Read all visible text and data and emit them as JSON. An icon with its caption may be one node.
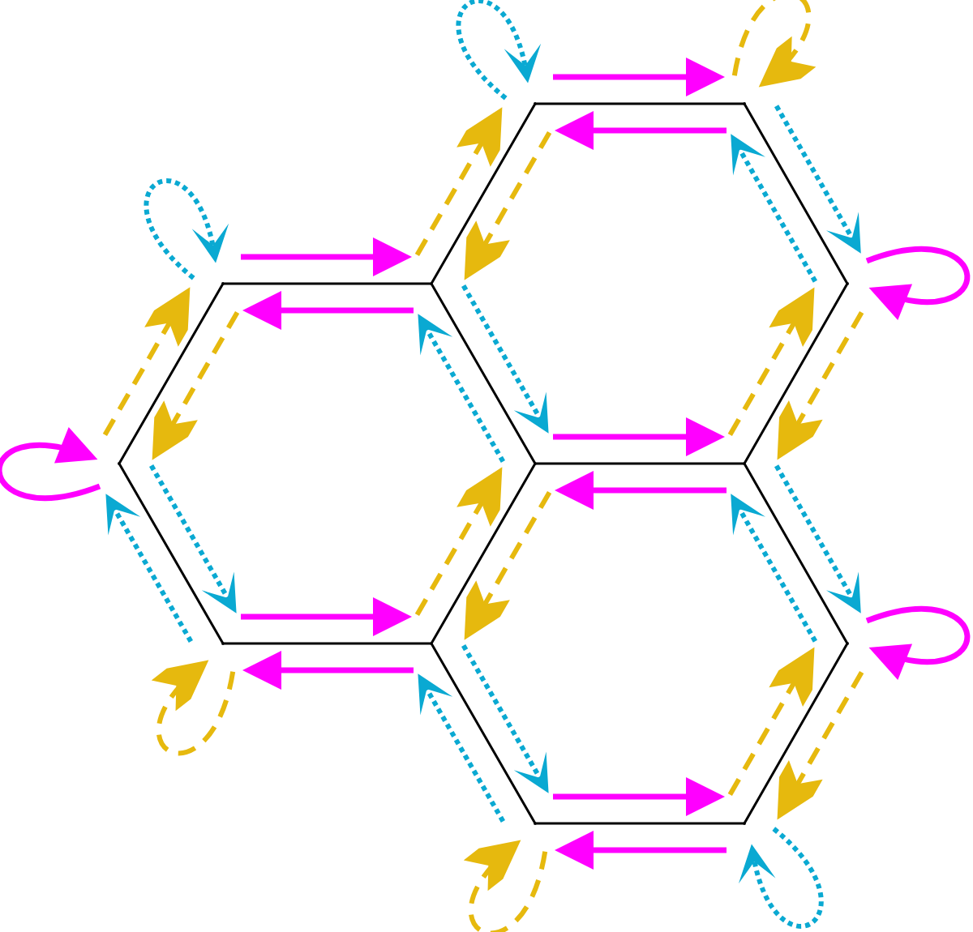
{
  "diagram": {
    "nodes": [
      {
        "text": [],
        "shape": "point"
      },
      {
        "text": [],
        "shape": "point"
      },
      {
        "text": [],
        "shape": "point"
      },
      {
        "text": [],
        "shape": "point"
      },
      {
        "text": [],
        "shape": "point"
      },
      {
        "text": [],
        "shape": "point"
      },
      {
        "text": [],
        "shape": "point"
      },
      {
        "text": [],
        "shape": "point"
      },
      {
        "text": [],
        "shape": "point"
      },
      {
        "text": [],
        "shape": "point"
      },
      {
        "text": [],
        "shape": "point"
      },
      {
        "text": [],
        "shape": "point"
      },
      {
        "text": [],
        "shape": "point"
      }
    ],
    "edges": [
      {
        "from": 0,
        "to": 1,
        "arrow": "none"
      },
      {
        "from": 0,
        "to": 3,
        "arrow": "none"
      },
      {
        "from": 1,
        "to": 4,
        "arrow": "none"
      },
      {
        "from": 2,
        "to": 3,
        "arrow": "none"
      },
      {
        "from": 2,
        "to": 5,
        "arrow": "none"
      },
      {
        "from": 3,
        "to": 6,
        "arrow": "none"
      },
      {
        "from": 4,
        "to": 7,
        "arrow": "none"
      },
      {
        "from": 5,
        "to": 8,
        "arrow": "none"
      },
      {
        "from": 6,
        "to": 7,
        "arrow": "none"
      },
      {
        "from": 6,
        "to": 9,
        "arrow": "none"
      },
      {
        "from": 7,
        "to": 10,
        "arrow": "none"
      },
      {
        "from": 8,
        "to": 9,
        "arrow": "none"
      },
      {
        "from": 9,
        "to": 11,
        "arrow": "none"
      },
      {
        "from": 10,
        "to": 12,
        "arrow": "none"
      },
      {
        "from": 11,
        "to": 12,
        "arrow": "none"
      },
      {
        "from": 0,
        "to": 1,
        "arrow": "to",
        "color": "#ff00ff"
      },
      {
        "from": 1,
        "to": 0,
        "arrow": "to",
        "color": "#ff00ff"
      },
      {
        "from": 2,
        "to": 3,
        "arrow": "to",
        "color": "#ff00ff"
      },
      {
        "from": 3,
        "to": 2,
        "arrow": "to",
        "color": "#ff00ff"
      },
      {
        "from": 6,
        "to": 7,
        "arrow": "to",
        "color": "#ff00ff"
      },
      {
        "from": 7,
        "to": 6,
        "arrow": "to",
        "color": "#ff00ff"
      },
      {
        "from": 8,
        "to": 9,
        "arrow": "to",
        "color": "#ff00ff"
      },
      {
        "from": 9,
        "to": 8,
        "arrow": "to",
        "color": "#ff00ff"
      },
      {
        "from": 11,
        "to": 12,
        "arrow": "to",
        "color": "#ff00ff"
      },
      {
        "from": 12,
        "to": 11,
        "arrow": "to",
        "color": "#ff00ff"
      },
      {
        "from": 3,
        "to": 0,
        "arrow": "to",
        "style": "dashed",
        "color": "#e6b90e"
      },
      {
        "from": 0,
        "to": 3,
        "arrow": "to",
        "style": "dashed",
        "color": "#e6b90e"
      },
      {
        "from": 5,
        "to": 2,
        "arrow": "to",
        "style": "dashed",
        "color": "#e6b90e"
      },
      {
        "from": 2,
        "to": 5,
        "arrow": "to",
        "style": "dashed",
        "color": "#e6b90e"
      },
      {
        "from": 7,
        "to": 4,
        "arrow": "to",
        "style": "dashed",
        "color": "#e6b90e"
      },
      {
        "from": 4,
        "to": 7,
        "arrow": "to",
        "style": "dashed",
        "color": "#e6b90e"
      },
      {
        "from": 9,
        "to": 6,
        "arrow": "to",
        "style": "dashed",
        "color": "#e6b90e"
      },
      {
        "from": 6,
        "to": 9,
        "arrow": "to",
        "style": "dashed",
        "color": "#e6b90e"
      },
      {
        "from": 12,
        "to": 10,
        "arrow": "to",
        "style": "dashed",
        "color": "#e6b90e"
      },
      {
        "from": 10,
        "to": 12,
        "arrow": "to",
        "style": "dashed",
        "color": "#e6b90e"
      },
      {
        "from": 1,
        "to": 4,
        "arrow": "to",
        "style": "dashed",
        "color": "#0aa9d2"
      },
      {
        "from": 4,
        "to": 1,
        "arrow": "to",
        "style": "dashed",
        "color": "#0aa9d2"
      },
      {
        "from": 3,
        "to": 6,
        "arrow": "to",
        "style": "dashed",
        "color": "#0aa9d2"
      },
      {
        "from": 6,
        "to": 3,
        "arrow": "to",
        "style": "dashed",
        "color": "#0aa9d2"
      },
      {
        "from": 5,
        "to": 8,
        "arrow": "to",
        "style": "dashed",
        "color": "#0aa9d2"
      },
      {
        "from": 8,
        "to": 5,
        "arrow": "to",
        "style": "dashed",
        "color": "#0aa9d2"
      },
      {
        "from": 7,
        "to": 10,
        "arrow": "to",
        "style": "dashed",
        "color": "#0aa9d2"
      },
      {
        "from": 10,
        "to": 7,
        "arrow": "to",
        "style": "dashed",
        "color": "#0aa9d2"
      },
      {
        "from": 9,
        "to": 11,
        "arrow": "to",
        "style": "dashed",
        "color": "#0aa9d2"
      },
      {
        "from": 11,
        "to": 9,
        "arrow": "to",
        "style": "dashed",
        "color": "#0aa9d2"
      },
      {
        "from": 0,
        "to": 0,
        "arrow": "to",
        "style": "dashed",
        "color": "#0aa9d2"
      },
      {
        "from": 1,
        "to": 1,
        "arrow": "to",
        "style": "dashed",
        "color": "#e6b90e"
      },
      {
        "from": 2,
        "to": 2,
        "arrow": "to",
        "style": "dashed",
        "color": "#0aa9d2"
      },
      {
        "from": 4,
        "to": 4,
        "arrow": "to",
        "color": "#ff00ff"
      },
      {
        "from": 5,
        "to": 5,
        "arrow": "to",
        "color": "#ff00ff"
      },
      {
        "from": 8,
        "to": 8,
        "arrow": "to",
        "style": "dashed",
        "color": "#e6b90e"
      },
      {
        "from": 10,
        "to": 10,
        "arrow": "to",
        "color": "#ff00ff"
      },
      {
        "from": 11,
        "to": 11,
        "arrow": "to",
        "style": "dashed",
        "color": "#e6b90e"
      },
      {
        "from": 12,
        "to": 12,
        "arrow": "to",
        "style": "dashed",
        "color": "#0aa9d2"
      }
    ]
  }
}
